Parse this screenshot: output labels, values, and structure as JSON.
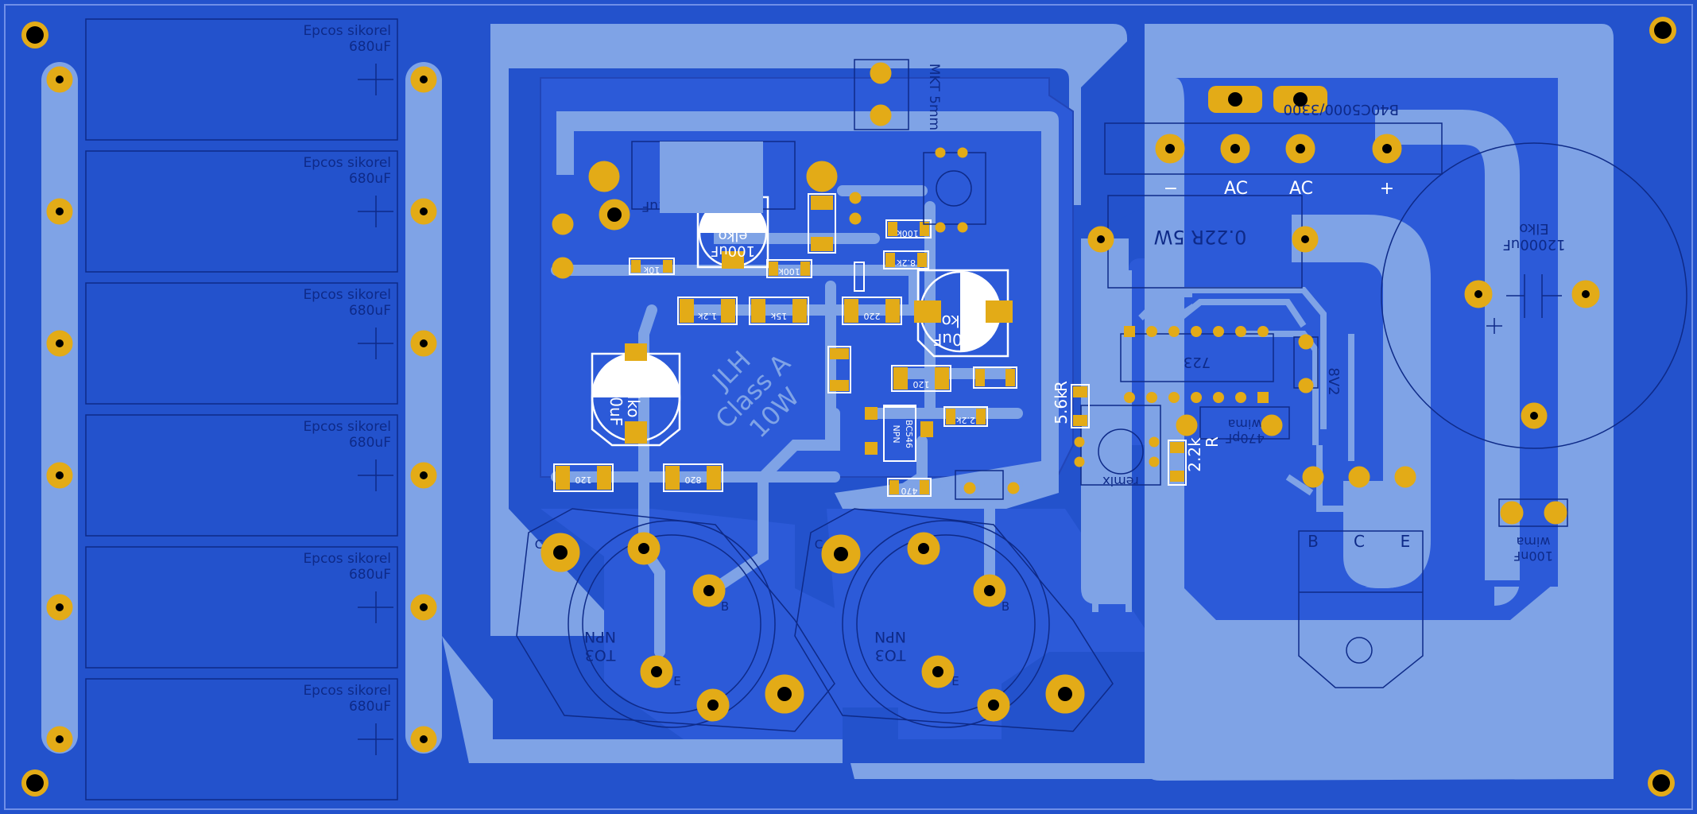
{
  "colors": {
    "board": "#2352cc",
    "copper_plane": "#2c5ad8",
    "trace": "#7fa3e6",
    "pad": "#e3ab17",
    "silk": "#ffffff",
    "faint": "#0e2a88"
  },
  "board": {
    "logo_line1": "JLH",
    "logo_line2": "Class A",
    "logo_line3": "10W"
  },
  "capacitor_bank": [
    {
      "name": "Epcos sikorel",
      "value": "680uF"
    },
    {
      "name": "Epcos sikorel",
      "value": "680uF"
    },
    {
      "name": "Epcos sikorel",
      "value": "680uF"
    },
    {
      "name": "Epcos sikorel",
      "value": "680uF"
    },
    {
      "name": "Epcos sikorel",
      "value": "680uF"
    },
    {
      "name": "Epcos sikorel",
      "value": "680uF"
    }
  ],
  "elkos": {
    "e100": {
      "name": "elko",
      "value": "100uF"
    },
    "e220": {
      "name": "elko",
      "value": "220uF"
    },
    "e330": {
      "name": "elko",
      "value": "330uF"
    },
    "main": {
      "name": "Elko",
      "value": "12000uF"
    }
  },
  "bridge": {
    "part": "B40C5000/3300",
    "pins": [
      "−",
      "AC",
      "AC",
      "+"
    ]
  },
  "transistors": {
    "to3_left": {
      "type": "NPN",
      "package": "TO3",
      "pins": [
        "C",
        "B",
        "E"
      ]
    },
    "to3_right": {
      "type": "NPN",
      "package": "TO3",
      "pins": [
        "C",
        "B",
        "E"
      ]
    },
    "reg": {
      "pins": [
        "B",
        "C",
        "E"
      ]
    }
  },
  "labels": {
    "wima_top": "MKT 5mm",
    "remix": "remix 1uF",
    "r_5_6k": "5.6k",
    "r_5_6k_tag": "R",
    "r_2_2k": "2.2k",
    "r_2_2k_tag": "R",
    "r_0_22": "0.22R 5W",
    "ic_723": "723",
    "wima_470": "wima",
    "wima_470_val": "470pF",
    "wima_100": "wima",
    "wima_100_val": "100nF",
    "zener": "8V2",
    "trim": "remix",
    "r_120": "120",
    "r_1k2": "1.2k",
    "r_15k": "15k",
    "r_220": "220",
    "r_820": "820",
    "r_100k": "100k",
    "r_8_2k": "8.2k",
    "r_2_2k_small": "2.2k",
    "r_470": "470",
    "r_10k": "10k",
    "bc_npn": "NPN",
    "bc_part": "BC546"
  }
}
